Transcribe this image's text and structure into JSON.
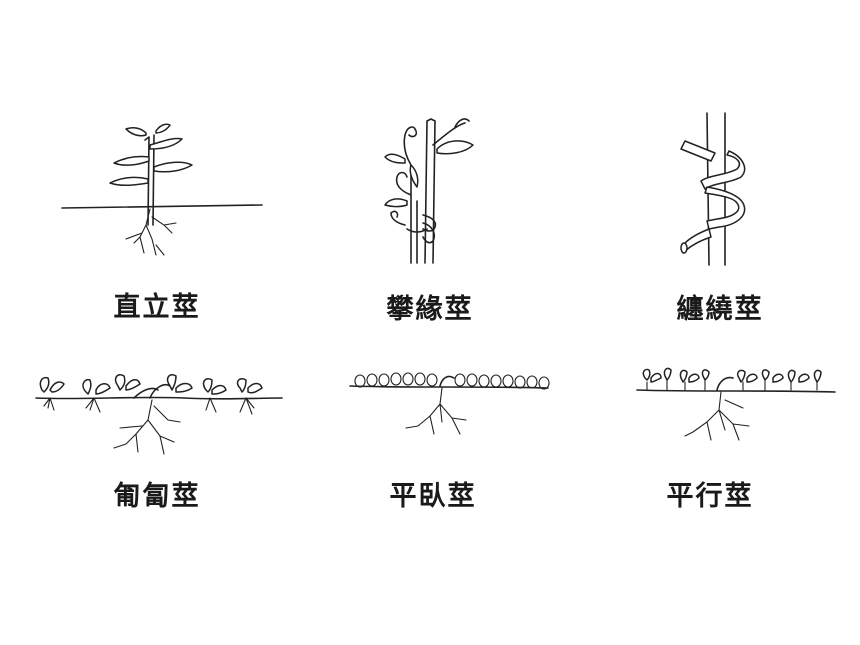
{
  "stems": [
    {
      "id": "erect",
      "label": "直立莖"
    },
    {
      "id": "climbing",
      "label": "攀緣莖"
    },
    {
      "id": "twining",
      "label": "纏繞莖"
    },
    {
      "id": "creeping",
      "label": "匍匐莖"
    },
    {
      "id": "prostrate",
      "label": "平臥莖"
    },
    {
      "id": "horizontal",
      "label": "平行莖"
    }
  ]
}
